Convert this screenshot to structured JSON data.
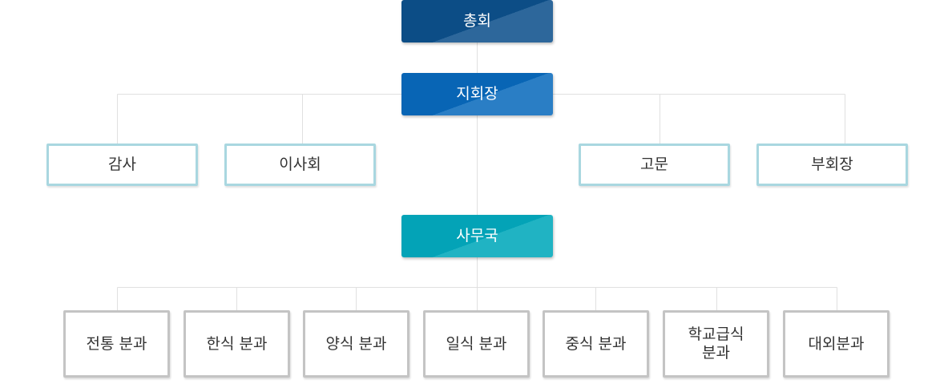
{
  "org": {
    "general": "총회",
    "chapter_head": "지회장",
    "left": [
      "감사",
      "이사회"
    ],
    "right": [
      "고문",
      "부회장"
    ],
    "office": "사무국",
    "divisions": [
      "전통 분과",
      "한식 분과",
      "양식 분과",
      "일식 분과",
      "중식 분과",
      "학교급식\n분과",
      "대외분과"
    ]
  },
  "colors": {
    "general": "#0c4d86",
    "chapter_head": "#0865b5",
    "office": "#03a3b7",
    "mid_border": "#a9d7e0",
    "bottom_border": "#c4c4c4",
    "connector": "#e0e0e0"
  }
}
